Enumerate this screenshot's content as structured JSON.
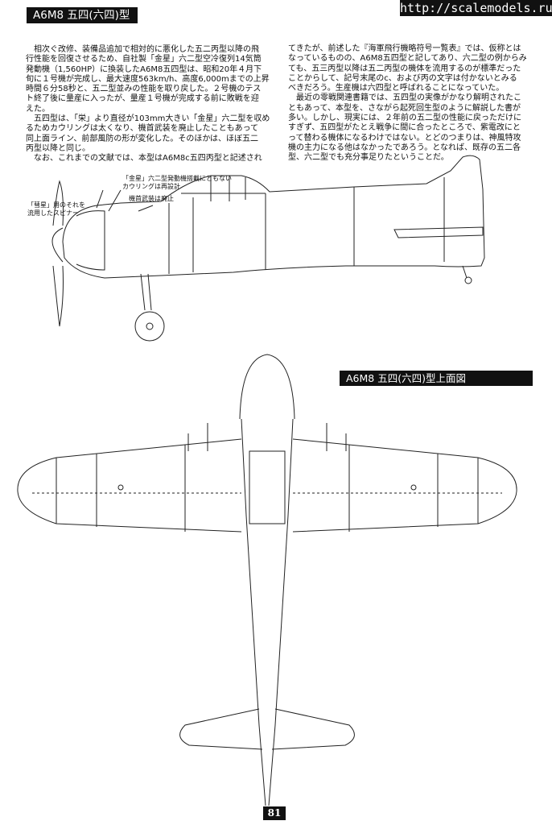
{
  "header": {
    "title": "A6M8 五四(六四)型",
    "watermark": "http://scalemodels.ru"
  },
  "left_column": [
    "　相次ぐ改修、装備品追加で相対的に悪化した五二丙型以降の飛",
    "行性能を回復させるため、自社製「金星」六二型空冷復列14気筒",
    "発動機（1,560HP）に換装したA6M8五四型は、昭和20年４月下",
    "旬に１号機が完成し、最大速度563km/h、高度6,000mまでの上昇",
    "時間６分58秒と、五二型並みの性能を取り戻した。２号機のテス",
    "ト終了後に量産に入ったが、量産１号機が完成する前に敗戦を迎",
    "えた。",
    "　五四型は、「栄」より直径が103mm大きい「金星」六二型を収め",
    "るためカウリングは太くなり、機首武装を廃止したこともあって",
    "同上面ライン、前部風防の形が変化した。そのほかは、ほぼ五二",
    "丙型以降と同じ。",
    "　なお、これまでの文献では、本型はA6M8c五四丙型と記述され"
  ],
  "right_column": [
    "てきたが、前述した『海軍飛行機略符号一覧表』では、仮称とは",
    "なっているものの、A6M8五四型と記してあり、六二型の例からみ",
    "ても、五三丙型以降は五二丙型の機体を流用するのが標準だった",
    "ことからして、記号末尾のc、および丙の文字は付かないとみる",
    "べきだろう。生産機は六四型と呼ばれることになっていた。",
    "　最近の零戦関連書籍では、五四型の実像がかなり解明されたこ",
    "ともあって、本型を、さながら起死回生型のように解説した書が",
    "多い。しかし、現実には、２年前の五二型の性能に戻っただけに",
    "すぎず、五四型がたとえ戦争に間に合ったところで、紫電改にと",
    "って替わる機体になるわけではない。とどのつまりは、神風特攻",
    "機の主力になる他はなかったであろう。となれば、既存の五二各",
    "型、六二型でも充分事足りたということだ。"
  ],
  "callouts": {
    "cowling": [
      "「金星」六二型発動機搭載にともない",
      "カウリングは再設計"
    ],
    "nose_guns": "機首武装は廃止",
    "spinner": [
      "「彗星」用のそれを",
      "流用したスピナー"
    ]
  },
  "top_view_label": "A6M8 五四(六四)型上面図",
  "page_number": "81"
}
